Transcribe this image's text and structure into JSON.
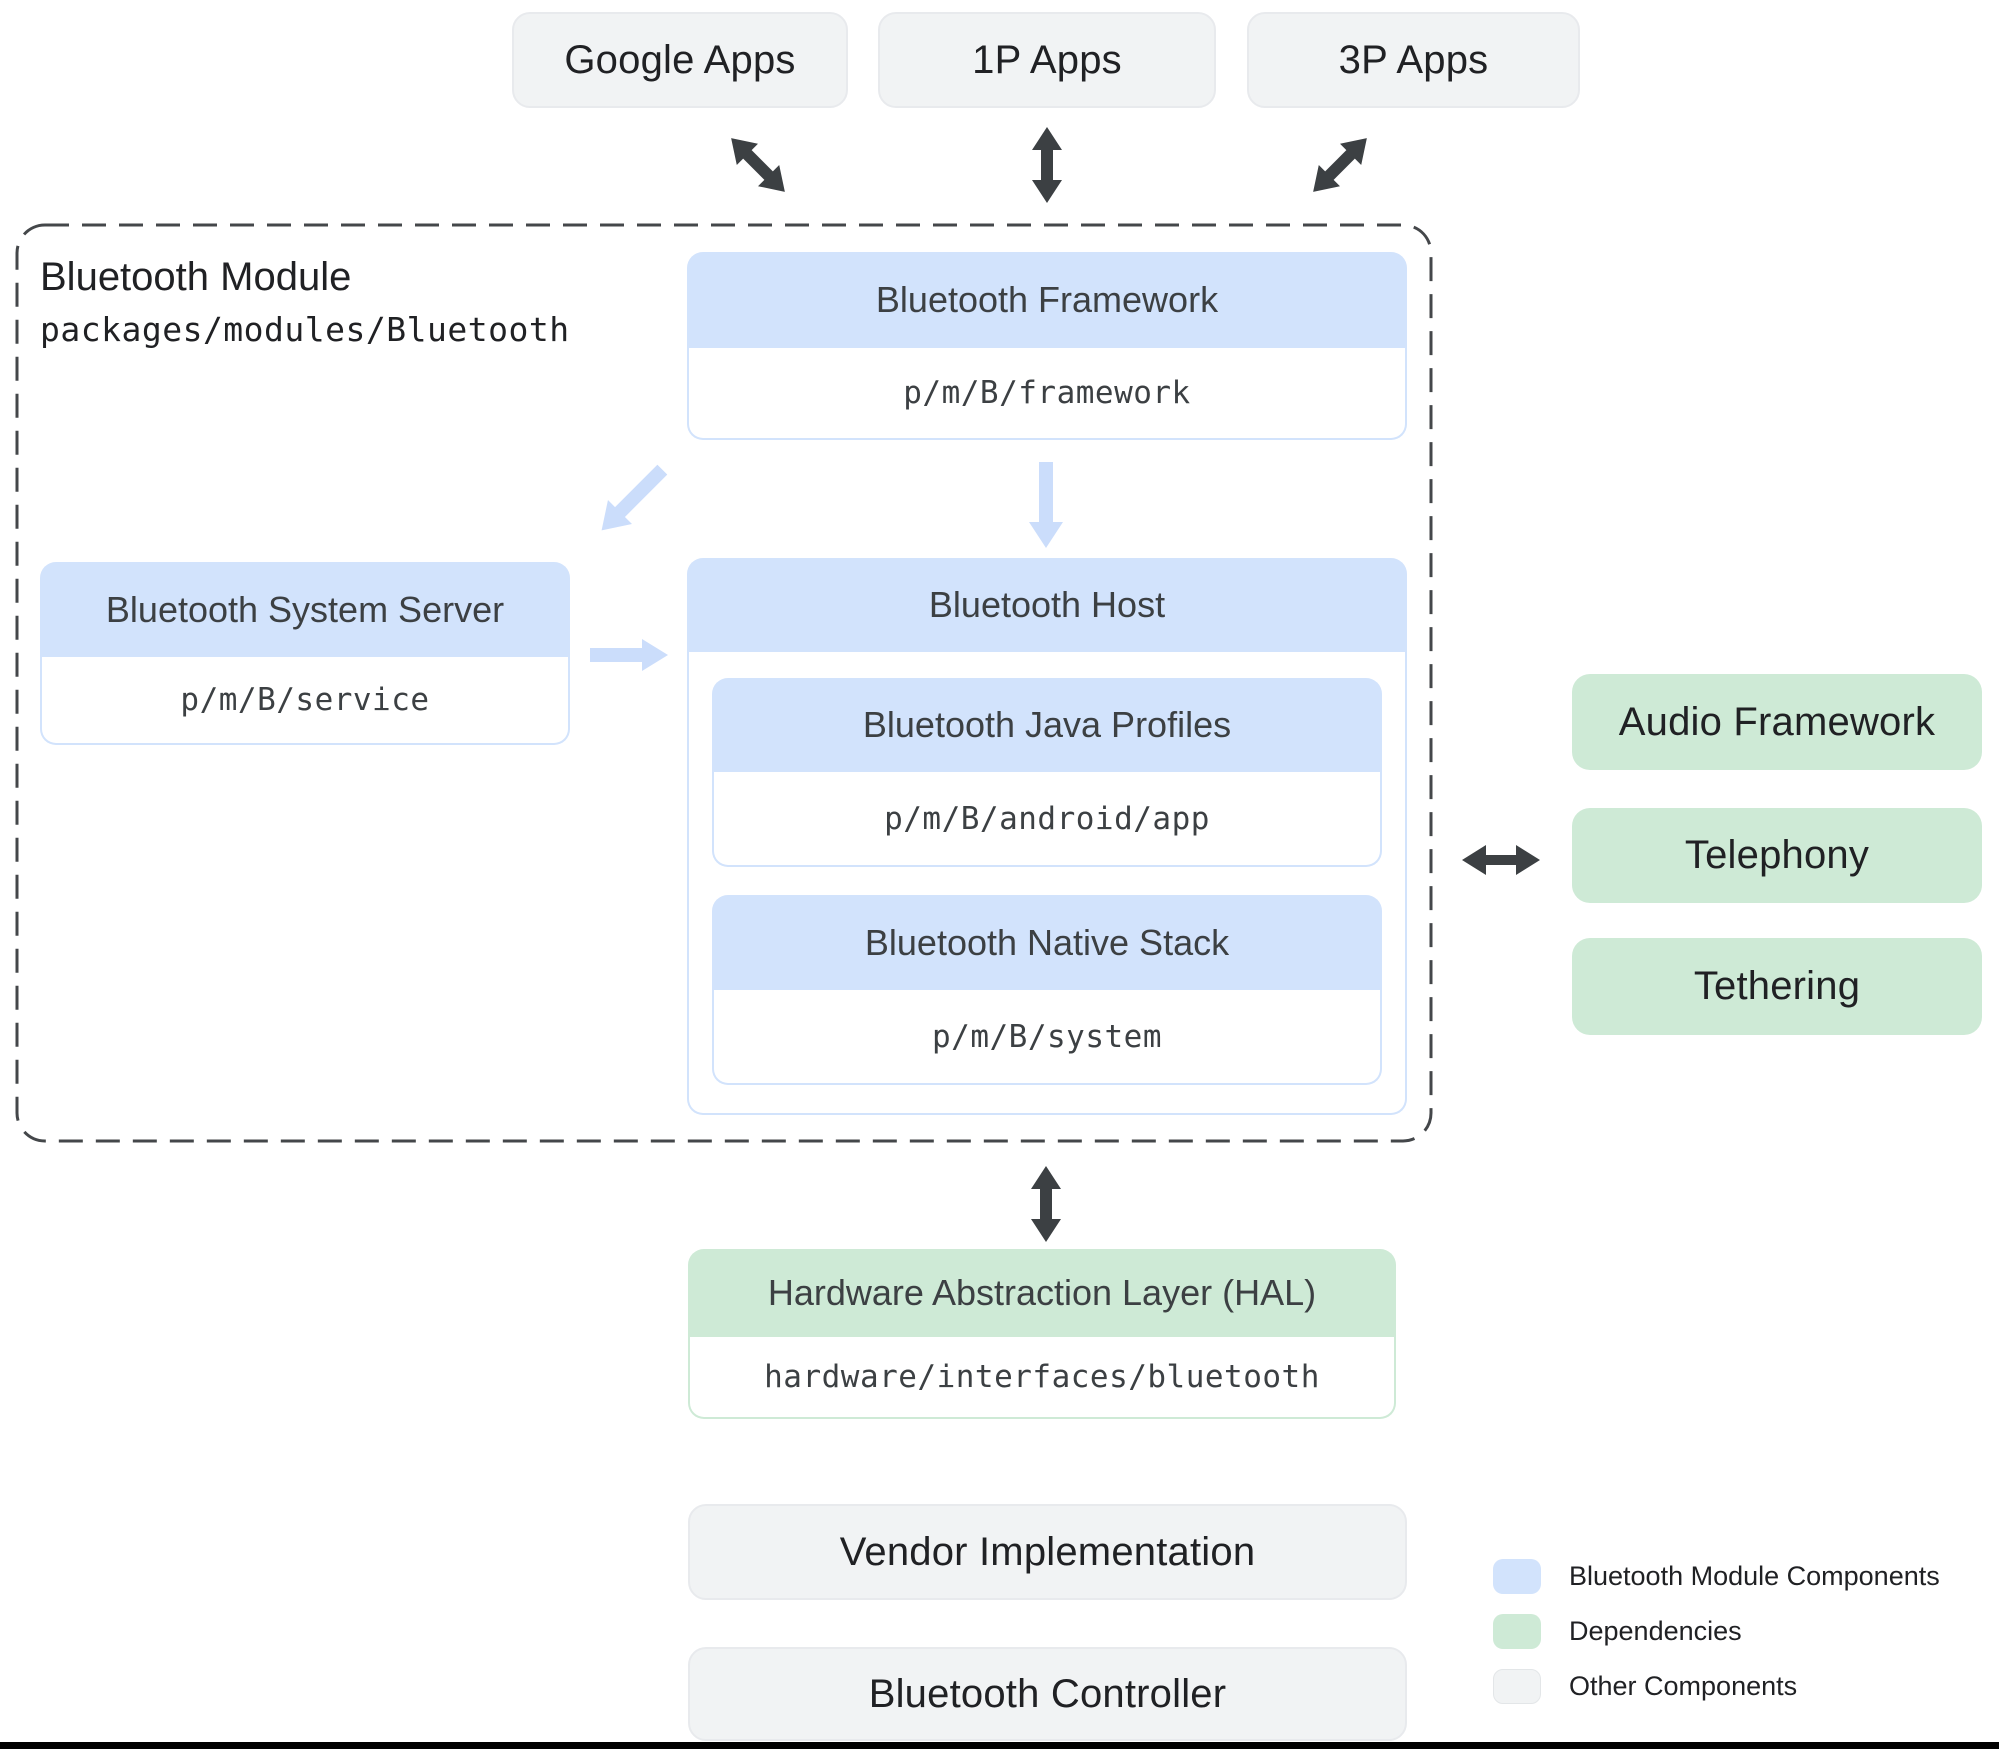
{
  "top_apps": [
    {
      "label": "Google Apps"
    },
    {
      "label": "1P Apps"
    },
    {
      "label": "3P Apps"
    }
  ],
  "bluetooth_module": {
    "label": "Bluetooth Module",
    "path": "packages/modules/Bluetooth",
    "framework": {
      "title": "Bluetooth Framework",
      "path": "p/m/B/framework"
    },
    "system_server": {
      "title": "Bluetooth System Server",
      "path": "p/m/B/service"
    },
    "host": {
      "title": "Bluetooth Host",
      "java_profiles": {
        "title": "Bluetooth Java Profiles",
        "path": "p/m/B/android/app"
      },
      "native_stack": {
        "title": "Bluetooth Native Stack",
        "path": "p/m/B/system"
      }
    }
  },
  "dependencies": [
    {
      "label": "Audio Framework"
    },
    {
      "label": "Telephony"
    },
    {
      "label": "Tethering"
    }
  ],
  "hal": {
    "title": "Hardware Abstraction Layer (HAL)",
    "path": "hardware/interfaces/bluetooth"
  },
  "other_components": [
    {
      "label": "Vendor Implementation"
    },
    {
      "label": "Bluetooth Controller"
    }
  ],
  "legend": {
    "items": [
      {
        "label": "Bluetooth Module Components",
        "color": "#d2e3fc"
      },
      {
        "label": "Dependencies",
        "color": "#ceead6"
      },
      {
        "label": "Other Components",
        "color": "#f1f3f4"
      }
    ]
  },
  "colors": {
    "module_component": "#d2e3fc",
    "dependency": "#ceead6",
    "other_component": "#f1f3f4",
    "dark_arrow": "#3c4043",
    "light_arrow": "#cbddfb",
    "dashed_border": "#44474a"
  }
}
